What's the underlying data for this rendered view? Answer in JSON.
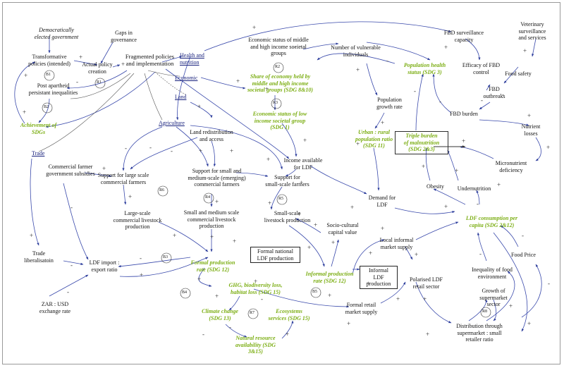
{
  "nodes": {
    "democratic_government": "Democratically\nelected government",
    "gaps_in_governance": "Gaps in\ngovernance",
    "transformative_policies": "Transformative\npolicies (intended)",
    "actual_policy_creation": "Actual policy\ncreation",
    "fragmented_policies": "Fragmented policies\nand implementation",
    "post_apartheid_inequalities": "Post apartheid\npersistant inequalities",
    "achievement_sdgs": "Achievement of\nSDGs",
    "health_nutrition": "Health and\nnutrition",
    "economic": "Economic",
    "land": "Land",
    "agriculture": "Agriculture",
    "trade": "Trade",
    "economic_status_middle_high": "Economic status of middle\nand high income societal\ngroups",
    "share_of_economy": "Share of economy held by\nmiddle and high income\nsocietal groups (SDG 8&10)",
    "economic_status_low": "Economic status of low\nincome societal group\n(SDG 1)",
    "number_vulnerable": "Number of vulnerable\nindividuals",
    "population_growth": "Population\ngrowth rate",
    "urban_rural_ratio": "Urban : rural\npopulation ratio\n(SDG 11)",
    "income_available": "Income available\nfor LDF",
    "demand_ldf": "Demand for\nLDF",
    "fbd_surveillance": "FBD surveillance\ncapacity",
    "veterinary": "Veterinary\nsurveillance\nand services",
    "population_health": "Population health\nstatus (SDG 3)",
    "efficacy_fbd": "Efficacy of FBD\ncontrol",
    "food_safety": "Food safety",
    "fbd_outbreaks": "FBD\noutbreaks",
    "fbd_burden": "FBD burden",
    "nutrient_losses": "Nutrient\nlosses",
    "triple_burden": "Triple burden\nof malnutrition\n(SDG 2&3)",
    "micronutrient_deficiency": "Micronutrient\ndeficiency",
    "obesity": "Obesity",
    "undernutrition": "Undernutrition",
    "ldf_consumption": "LDF consumption per\ncapita (SDG 2&12)",
    "food_price": "Food Price",
    "inequality_food_env": "Inequality of food\nenvironment",
    "growth_supermarket": "Growth of\nsupermarket sector",
    "distribution_supermarket": "Distribution through\nsupermarket : small\nretailer ratio",
    "commercial_subsidies": "Commercial farmer\ngovernment subsidies",
    "land_redistribution": "Land redistribution\nand access",
    "support_large_scale": "Support for large scale\ncommercial farmers",
    "support_small_medium": "Support for small and\nmedium-scale (emerging)\ncommercial farmers",
    "support_small_farmers": "Support for\nsmall-scale farmers",
    "large_scale_production": "Large-scale\ncommercial livestock\nproduction",
    "sme_livestock_production": "Small and medium scale\ncommercial livestock\nproduction",
    "small_scale_production": "Small-scale\nlivestock production",
    "sociocultural_value": "Socio-cultural\ncapital value",
    "local_informal_market": "Local informal\nmarket supply",
    "formal_ldf_production": "Formal national\nLDF production",
    "formal_production_rate": "Formal production\nrate (SDG 12)",
    "informal_ldf_production": "Informal\nLDF\nproduction",
    "informal_production_rate": "Informal production\nrate (SDG 12)",
    "polarised_ldf_retail": "Polarised LDF\nretail sector",
    "formal_retail_supply": "Formal retail\nmarket supply",
    "trade_liberalisation": "Trade\nliberalisatoin",
    "ldf_import_export": "LDF import :\nexport ratio",
    "zar_usd": "ZAR : USD\nexchange rate",
    "ghg_biodiversity": "GHG, biodiversity loss,\nhabitat loss (SDG 15)",
    "climate_change": "Climate change\n(SDG 13)",
    "ecosystems_services": "Ecosystems\nservices (SDG 15)",
    "natural_resource": "Natural resource\navailability (SDG\n3&15)"
  },
  "loops": {
    "b1": "B1",
    "r1": "R1",
    "b2": "B2",
    "r2": "R2",
    "r3": "R3",
    "r6": "R6",
    "r4": "R4",
    "r5": "R5",
    "b3": "B3",
    "b4": "B4",
    "r7": "R7",
    "b5": "B5",
    "r8": "R8"
  },
  "polarity": {
    "plus": "+",
    "minus": "-"
  },
  "colors": {
    "link_blue": "#3949ab",
    "sdg_green": "#7cae14",
    "category_link": "#1a237e"
  }
}
